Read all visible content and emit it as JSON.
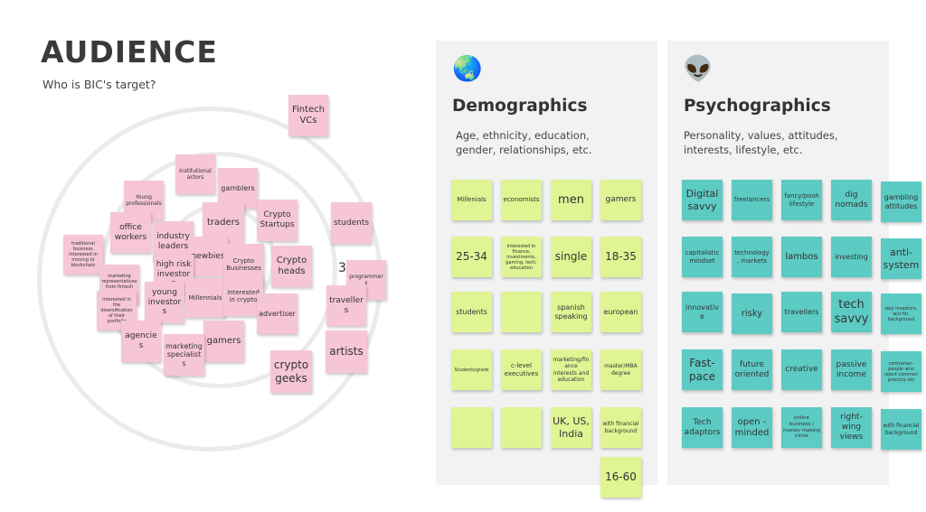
{
  "header": {
    "title": "AUDIENCE",
    "subtitle": "Who is BIC's target?"
  },
  "audience_notes": {
    "fintech_vcs": "Fintech VCs",
    "institutional_actors": "Institutional actors",
    "young_professionals": "Young professionals",
    "gamblers": "gamblers",
    "crypto_startups": "Crypto Startups",
    "students": "students",
    "traditional_business": "traditional business interested in moving to blockchain",
    "office_workers": "office workers",
    "industry_leaders": "industry leaders",
    "traders": "traders",
    "newbies": "newbies",
    "crypto_businesses": "Crypto Businesses",
    "crypto_heads": "Crypto heads",
    "marketing_representatives": "marketing representatives from fintech companies",
    "high_risk_investors": "high risk investors",
    "diversification": "interested in the diversification of their portfolio",
    "young_investors": "young investors",
    "millennials": "Millennials",
    "interested_in_crypto": "interested in crypto",
    "programmers": "programmers",
    "travellers": "travellers",
    "advertiser": "advertiser",
    "agencies": "agencies",
    "gamers": "gamers",
    "marketing_specialists": "marketing specialists",
    "artists": "artists",
    "crypto_geeks": "crypto geeks"
  },
  "stray_digit": "3",
  "demographics": {
    "icon": "🌏",
    "title": "Demographics",
    "description": "Age, ethnicity, education, gender, relationships, etc.",
    "notes": {
      "millenials": "Millenials",
      "economists": "economists",
      "men": "men",
      "gamers": "gamers",
      "age_25_34": "25-34",
      "interested_finance": "Interested in finance, investments, gaming, tech, education",
      "single": "single",
      "age_18_35": "18-35",
      "students": "students",
      "blank_1": "",
      "spanish_speaking": "spanish speaking",
      "european": "european",
      "students_grads": "Students/grads",
      "c_level": "c-level executives",
      "marketing_finance": "marketing/finance interests and education",
      "master_mba": "master/MBA degree",
      "blank_2": "",
      "blank_3": "",
      "uk_us_india": "UK, US, India",
      "with_financial_background": "with financial background",
      "age_16_60": "16-60"
    }
  },
  "psychographics": {
    "icon": "👽",
    "title": "Psychographics",
    "description": "Personality, values, attitudes, interests, lifestyle, etc.",
    "notes": {
      "digital_savvy": "Digital savvy",
      "freelancers": "freelancers",
      "fancy_posh": "fancy/posh lifestyle",
      "dig_nomads": "dig nomads",
      "gambling_attitudes": "gambling attitudes",
      "capitalistic_mindset": "capitalistic mindset",
      "technology_markets": "technology, markets",
      "lambos": "lambos",
      "investing": "investing",
      "anti_system": "anti-system",
      "innovative": "innovative",
      "risky": "risky",
      "travellers": "travellers",
      "tech_savvy": "tech savvy",
      "lazy_investors": "lazy investors, w/o fin. background",
      "fast_pace": "Fast-pace",
      "future_oriented": "future oriented",
      "creative": "creative",
      "passive_income": "passive income",
      "contrarian": "contrarian- people who reject common practice etc",
      "tech_adaptors": "Tech adaptors",
      "open_minded": "open - minded",
      "online_business": "online business / money making niche",
      "right_wing": "right-wing views",
      "with_financial_background": "with financial background"
    }
  },
  "colors": {
    "pink_note": "#f6c6d6",
    "green_note": "#dff493",
    "teal_note": "#5ccbc4",
    "panel": "#f2f2f2",
    "ring": "#ebebeb"
  }
}
